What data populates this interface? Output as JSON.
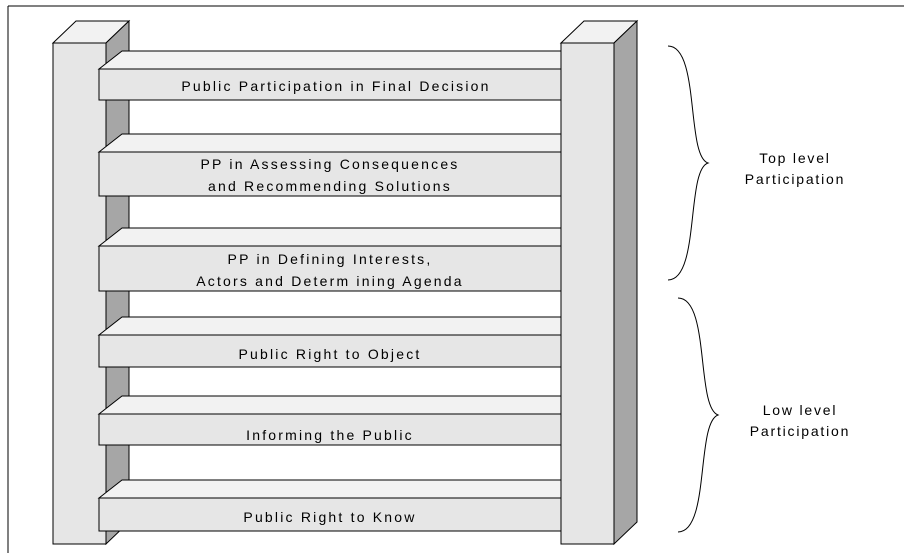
{
  "diagram": {
    "rungs": [
      {
        "lines": [
          "Public Participation in Final Decision"
        ]
      },
      {
        "lines": [
          "PP in Assessing Consequences",
          "and Recommending Solutions"
        ]
      },
      {
        "lines": [
          "PP in Defining Interests,",
          "Actors and Determ ining Agenda"
        ]
      },
      {
        "lines": [
          "Public Right to Object"
        ]
      },
      {
        "lines": [
          "Informing the Public"
        ]
      },
      {
        "lines": [
          "Public Right to Know"
        ]
      }
    ],
    "groups": [
      {
        "lines": [
          "Top level",
          "Participation"
        ]
      },
      {
        "lines": [
          "Low level",
          "Participation"
        ]
      }
    ],
    "colors": {
      "front": "#e6e6e6",
      "top": "#f2f2f2",
      "side": "#a6a6a6",
      "stroke": "#000000",
      "background": "#ffffff"
    }
  }
}
